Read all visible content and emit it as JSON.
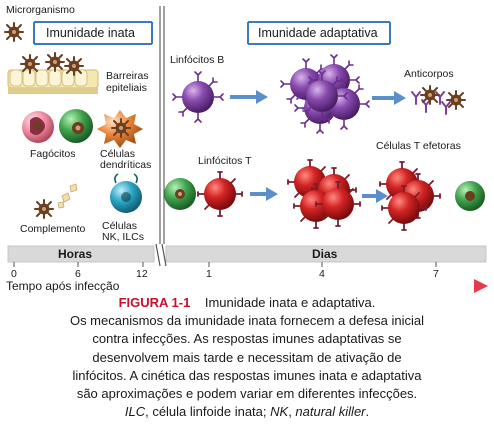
{
  "labels": {
    "microorganism": "Microrganismo",
    "innate_header": "Imunidade inata",
    "adaptive_header": "Imunidade adaptativa",
    "epithelial_barriers_l1": "Barreiras",
    "epithelial_barriers_l2": "epiteliais",
    "phagocytes": "Fagócitos",
    "dendritic_l1": "Células",
    "dendritic_l2": "dendríticas",
    "complement": "Complemento",
    "nk_l1": "Células",
    "nk_l2": "NK, ILCs",
    "b_lymphocytes": "Linfócitos B",
    "t_lymphocytes": "Linfócitos T",
    "antibodies": "Anticorpos",
    "effector_t": "Células T efetoras"
  },
  "timeline": {
    "hours_label": "Horas",
    "days_label": "Dias",
    "ticks": [
      "0",
      "6",
      "12",
      "1",
      "4",
      "7"
    ],
    "axis_label": "Tempo após infecção"
  },
  "caption": {
    "figure_label": "FIGURA 1-1",
    "title": "Imunidade inata e adaptativa.",
    "line1": "Os mecanismos da imunidade inata fornecem a defesa inicial",
    "line2": "contra infecções. As respostas imunes adaptativas se",
    "line3": "desenvolvem mais tarde e necessitam de ativação de",
    "line4": "linfócitos. A cinética das respostas imunes inata e adaptativa",
    "line5": "são aproximações e podem variar em diferentes infecções.",
    "line6_a": "ILC",
    "line6_b": ", célula linfoide inata; ",
    "line6_c": "NK",
    "line6_d": ", ",
    "line6_e": "natural killer",
    "line6_f": "."
  },
  "colors": {
    "purple_b_cell": "#7b3f9e",
    "red_t_cell": "#c4161c",
    "green_cell": "#3fa34d",
    "teal_nk": "#2aa6c4",
    "orange_dc": "#e8863a",
    "header_blue": "#3a7bbf",
    "timeline_gray": "#d9d9d9",
    "arrow_pink": "#e8384f",
    "caption_red": "#c8102e"
  },
  "icons": [
    "microbe-icon",
    "b-cell-icon",
    "t-cell-icon",
    "antibody-icon",
    "phagocyte-icon",
    "dendritic-cell-icon",
    "nk-cell-icon",
    "complement-icon",
    "epithelium-icon",
    "arrow-right-icon"
  ]
}
